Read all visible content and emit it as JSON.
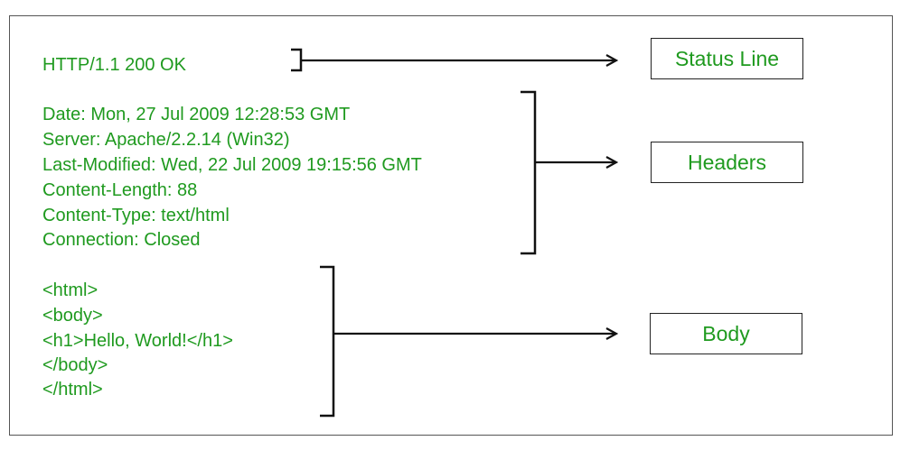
{
  "colors": {
    "text": "#1f9a1f",
    "lines": "#111111",
    "frame": "#555555"
  },
  "status_section": {
    "lines": [
      "HTTP/1.1 200 OK"
    ],
    "label": "Status Line"
  },
  "headers_section": {
    "lines": [
      "Date: Mon, 27 Jul 2009 12:28:53 GMT",
      "Server: Apache/2.2.14 (Win32)",
      "Last-Modified: Wed, 22 Jul 2009 19:15:56 GMT",
      "Content-Length: 88",
      "Content-Type: text/html",
      "Connection: Closed"
    ],
    "label": "Headers"
  },
  "body_section": {
    "lines": [
      "<html>",
      "<body>",
      "<h1>Hello, World!</h1>",
      "</body>",
      "</html>"
    ],
    "label": "Body"
  }
}
